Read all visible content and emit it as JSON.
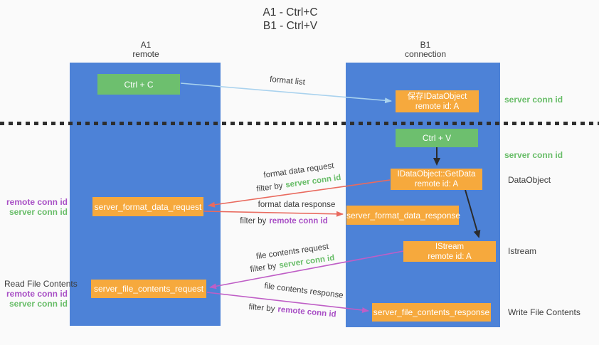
{
  "title": {
    "line1": "A1 - Ctrl+C",
    "line2": "B1 - Ctrl+V"
  },
  "columns": {
    "left": {
      "id": "A1",
      "role": "remote"
    },
    "right": {
      "id": "B1",
      "role": "connection"
    }
  },
  "nodes": {
    "ctrl_c": "Ctrl + C",
    "ctrl_v": "Ctrl + V",
    "save_idataobject": {
      "line1": "保存IDataObject",
      "line2": "remote id: A"
    },
    "getdata": {
      "line1": "IDataObject::GetData",
      "line2": "remote id: A"
    },
    "istream": {
      "line1": "IStream",
      "line2": "remote id: A"
    },
    "server_format_data_request": "server_format_data_request",
    "server_format_data_response": "server_format_data_response",
    "server_file_contents_request": "server_file_contents_request",
    "server_file_contents_response": "server_file_contents_response"
  },
  "side_labels": {
    "server_conn_id_top": "server conn id",
    "server_conn_id_mid": "server conn id",
    "dataobject": "DataObject",
    "istream": "Istream",
    "write_file_contents": "Write File Contents",
    "read_file_contents": "Read File Contents",
    "left_ids_top": {
      "remote": "remote conn id",
      "server": "server conn id"
    },
    "left_ids_bottom": {
      "remote": "remote conn id",
      "server": "server conn id"
    }
  },
  "arrow_labels": {
    "format_list": "format list",
    "format_data_request": "format data request",
    "filter_server_1": {
      "prefix": "filter by",
      "value": "server conn id"
    },
    "format_data_response": "format data response",
    "filter_remote_1": {
      "prefix": "filter by",
      "value": "remote conn id"
    },
    "file_contents_request": "file contents request",
    "filter_server_2": {
      "prefix": "filter by",
      "value": "server conn id"
    },
    "file_contents_response": "file contents response",
    "filter_remote_2": {
      "prefix": "filter by",
      "value": "remote conn id"
    }
  },
  "colors": {
    "lane_blue": "#4d82d7",
    "node_green": "#6dbf6e",
    "node_orange": "#f6a93d",
    "text_green": "#68bd68",
    "text_purple": "#a84fc5",
    "arrow_lightblue": "#a9d2ee",
    "arrow_red": "#e96a5e",
    "arrow_magenta": "#bf5ec6",
    "arrow_black": "#2b2b2b",
    "background": "#fafafa"
  }
}
